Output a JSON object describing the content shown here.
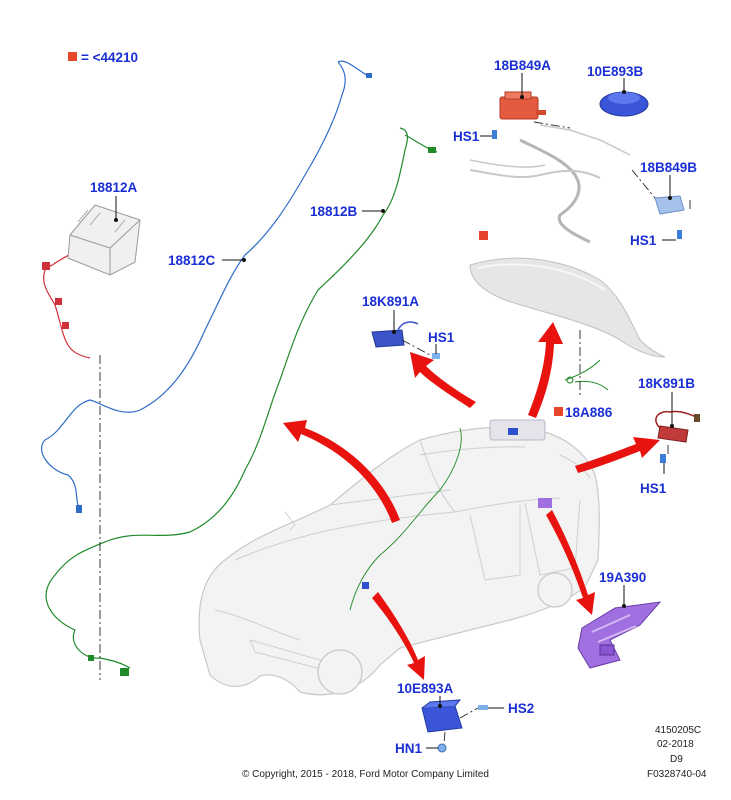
{
  "legend": {
    "marker_color": "#e8462a",
    "text": "= <44210"
  },
  "labels": {
    "p18812A": "18812A",
    "p18812B": "18812B",
    "p18812C": "18812C",
    "p18B849A": "18B849A",
    "p10E893B": "10E893B",
    "p18B849B": "18B849B",
    "hs1_a": "HS1",
    "hs1_b": "HS1",
    "hs1_c": "HS1",
    "hs1_d": "HS1",
    "p18K891A": "18K891A",
    "p18K891B": "18K891B",
    "p18A886": "18A886",
    "p19A390": "19A390",
    "p10E893A": "10E893A",
    "hs2": "HS2",
    "hn1": "HN1"
  },
  "footer": {
    "code": "4150205C",
    "date": "02-2018",
    "rev": "D9",
    "figure": "F0328740-04",
    "copyright": "© Copyright, 2015 - 2018, Ford Motor Company Limited"
  },
  "colors": {
    "label": "#1a2fd4",
    "arrow": "#e8130f",
    "harness_blue": "#2f6cc8",
    "harness_green": "#1f8a2a",
    "harness_red": "#d0303a",
    "module_purple": "#a070e0"
  }
}
